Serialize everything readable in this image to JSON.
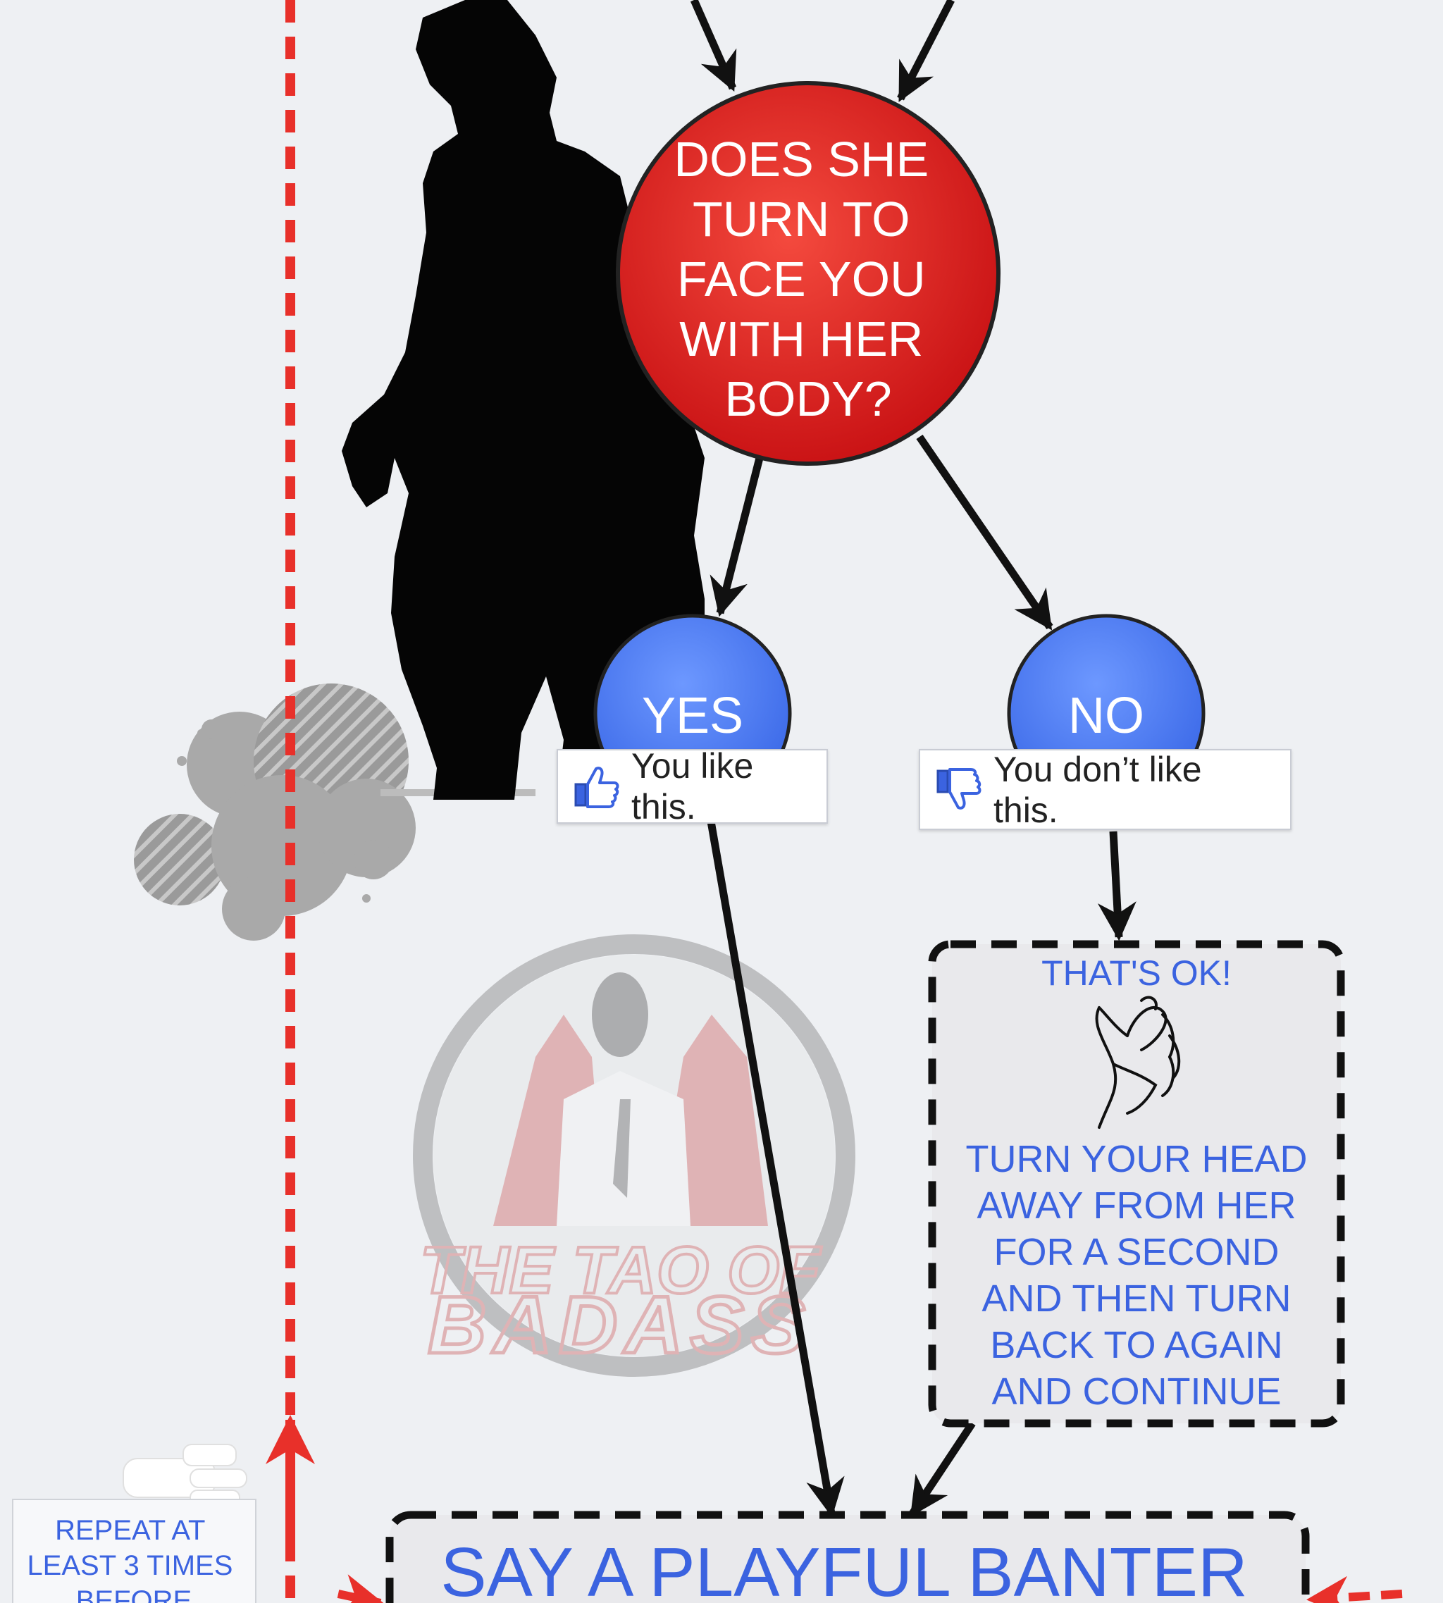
{
  "question": {
    "lines": [
      "DOES SHE",
      "TURN TO",
      "FACE YOU",
      "WITH HER",
      "BODY?"
    ]
  },
  "yes_node": {
    "label": "YES",
    "like_text": "You like this."
  },
  "no_node": {
    "label": "NO",
    "dislike_text": "You don’t like this."
  },
  "ok_box": {
    "title": "THAT'S OK!",
    "lines": [
      "TURN YOUR HEAD",
      "AWAY FROM HER",
      "FOR A SECOND",
      "AND THEN TURN",
      "BACK TO AGAIN",
      "AND CONTINUE"
    ]
  },
  "banter_box": {
    "text": "SAY A PLAYFUL BANTER"
  },
  "repeat_note": {
    "lines": [
      "REPEAT AT",
      "LEAST 3 TIMES",
      "BEFORE"
    ]
  },
  "watermark": {
    "line1": "THE TAO OF",
    "line2": "BADASS"
  },
  "icons": [
    "thumbs-up-icon",
    "thumbs-down-icon",
    "ok-hand-icon",
    "woman-silhouette",
    "paint-splatter"
  ],
  "colors": {
    "background": "#eef0f3",
    "question_red": "#e01e1e",
    "answer_blue": "#4d7ff0",
    "text_blue": "#3b63e0",
    "dashed_red": "#e8302a",
    "arrow_black": "#111111"
  }
}
